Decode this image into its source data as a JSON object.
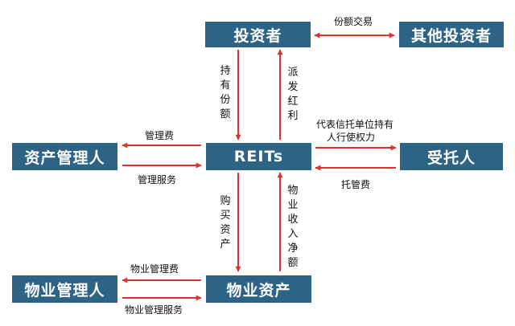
{
  "nodes": {
    "investor": "投资者",
    "other_investor": "其他投资者",
    "asset_manager": "资产管理人",
    "reits": "REITs",
    "trustee": "受托人",
    "property_manager": "物业管理人",
    "property_asset": "物业资产"
  },
  "edges": {
    "share_trade": "份额交易",
    "hold_share": "持有份额",
    "dividend": "派发红利",
    "mgmt_fee": "管理费",
    "mgmt_service": "管理服务",
    "trustee_act_line1": "代表信托单位持有",
    "trustee_act_line2": "人行使权力",
    "custody_fee": "托管费",
    "buy_asset": "购买资产",
    "net_income": "物业收入净额",
    "prop_mgmt_fee": "物业管理费",
    "prop_mgmt_service": "物业管理服务"
  },
  "colors": {
    "node_fill": "#2d6485",
    "arrow": "#e0312f"
  }
}
